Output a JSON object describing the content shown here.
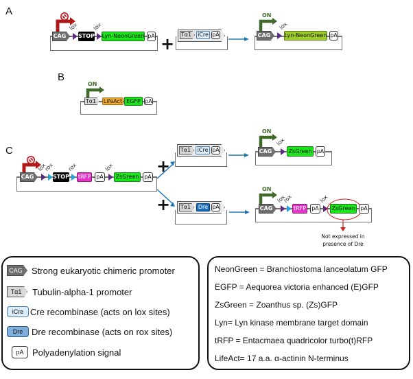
{
  "panels": {
    "a": {
      "label": "A",
      "reporter": {
        "promoter": "CAG",
        "site1": "lox",
        "stop": "STOP",
        "site2": "lox",
        "gene": "Lyn-NeonGreen",
        "pa": "pA",
        "state_icon": "prohibited-icon"
      },
      "driver": {
        "promoter": "Tα1",
        "recombinase": "iCre",
        "pa": "pA"
      },
      "result": {
        "state": "ON",
        "promoter": "CAG",
        "site": "lox",
        "gene": "Lyn-NeonGreen",
        "pa": "pA"
      },
      "plus": "+"
    },
    "b": {
      "label": "B",
      "construct": {
        "state": "ON",
        "promoter": "Tα1",
        "gene1": "LifeAct",
        "gene2": "EGFP",
        "pa": "pA"
      }
    },
    "c": {
      "label": "C",
      "reporter": {
        "promoter": "CAG",
        "site1": "lox",
        "site2": "rox",
        "stop": "STOP",
        "site3": "rox",
        "gene1": "tRFP",
        "pa1": "pA",
        "site4": "lox",
        "gene2": "ZsGreen",
        "pa2": "pA",
        "state_icon": "prohibited-icon"
      },
      "driver_cre": {
        "promoter": "Tα1",
        "recombinase": "iCre",
        "pa": "pA"
      },
      "driver_dre": {
        "promoter": "Tα1",
        "recombinase": "Dre",
        "pa": "pA"
      },
      "result_cre": {
        "state": "ON",
        "promoter": "CAG",
        "site": "lox",
        "gene": "ZsGreen",
        "pa": "pA"
      },
      "result_dre": {
        "state": "ON",
        "promoter": "CAG",
        "site1": "lox",
        "site2": "rox",
        "gene1": "tRFP",
        "pa1": "pA",
        "site3": "lox",
        "gene2": "ZsGreen",
        "pa2": "pA"
      },
      "note": "Not expressed in presence of Dre",
      "plus": "+"
    }
  },
  "legend_left": {
    "items": [
      {
        "symbol": "CAG",
        "text": "Strong eukaryotic chimeric promoter"
      },
      {
        "symbol": "Tα1",
        "text": "Tubulin-alpha-1 promoter"
      },
      {
        "symbol": "iCre",
        "text": "Cre recombinase (acts on lox sites)"
      },
      {
        "symbol": "Dre",
        "text": "Dre recombinase (acts on rox sites)"
      },
      {
        "symbol": "pA",
        "text": "Polyadenylation signal"
      }
    ]
  },
  "legend_right": {
    "items": [
      "NeonGreen = Branchiostoma lanceolatum GFP",
      "EGFP = Aequorea victoria enhanced (E)GFP",
      "ZsGreen = Zoanthus sp. (Zs)GFP",
      "Lyn= Lyn kinase membrane target domain",
      "tRFP = Entacmaea quadricolor turbo(t)RFP",
      "LifeAct= 17 a.a. α-actinin N-terminus"
    ]
  },
  "colors": {
    "off": "#b01818",
    "on": "#3f6a2a",
    "arrow": "#1f78b4",
    "lox": "#5a2a82",
    "rox": "#2aa0d8"
  }
}
